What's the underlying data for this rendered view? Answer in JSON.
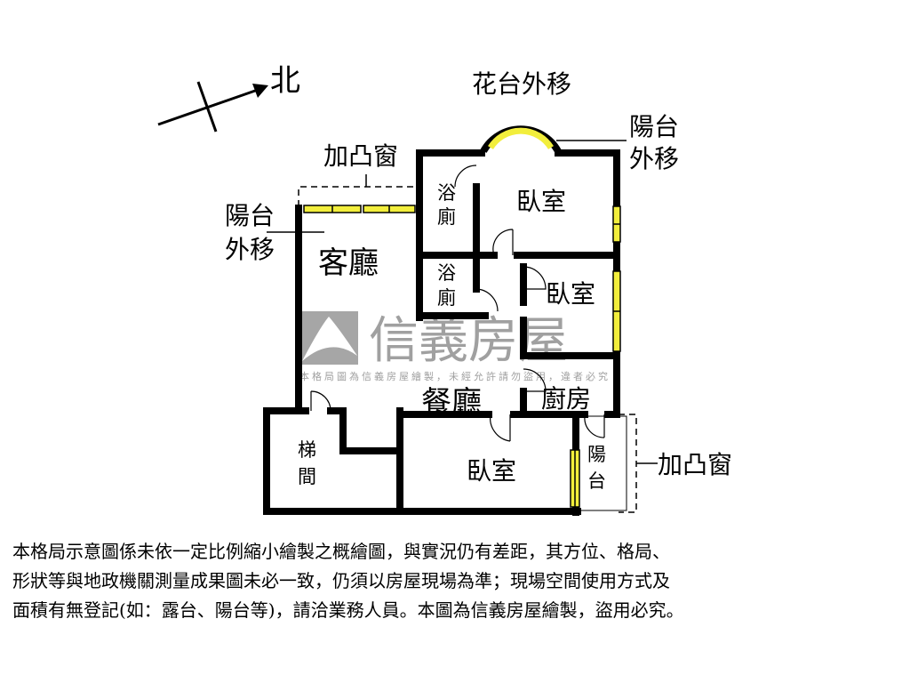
{
  "compass": {
    "north_label": "北"
  },
  "rooms": {
    "living": "客廳",
    "dining": "餐廳",
    "bedroom_top": "臥室",
    "bedroom_mid": "臥室",
    "bedroom_bottom": "臥室",
    "bath1": [
      "浴",
      "廁"
    ],
    "bath2": [
      "浴",
      "廁"
    ],
    "kitchen": "廚房",
    "stairs": [
      "梯",
      "間"
    ],
    "balcony": [
      "陽",
      "台"
    ]
  },
  "annotations": {
    "planter_moved": "花台外移",
    "balcony_moved_right": [
      "陽台",
      "外移"
    ],
    "balcony_moved_left": [
      "陽台",
      "外移"
    ],
    "bay_window_top": "加凸窗",
    "bay_window_right": "加凸窗"
  },
  "watermark": {
    "brand": "信義房屋",
    "notice": "本格局圖為信義房屋繪製，未經允許請勿盜用，違者必究"
  },
  "disclaimer": [
    "本格局示意圖係未依一定比例縮小繪製之概繪圖，與實況仍有差距，其方位、格局、",
    "形狀等與地政機關測量成果圖未必一致，仍須以房屋現場為準；現場空間使用方式及",
    "面積有無登記(如：露台、陽台等)，請洽業務人員。本圖為信義房屋繪製，盜用必究。"
  ],
  "colors": {
    "wall": "#000000",
    "window": "#f2ee3c",
    "watermark": "#a0a0a0"
  }
}
